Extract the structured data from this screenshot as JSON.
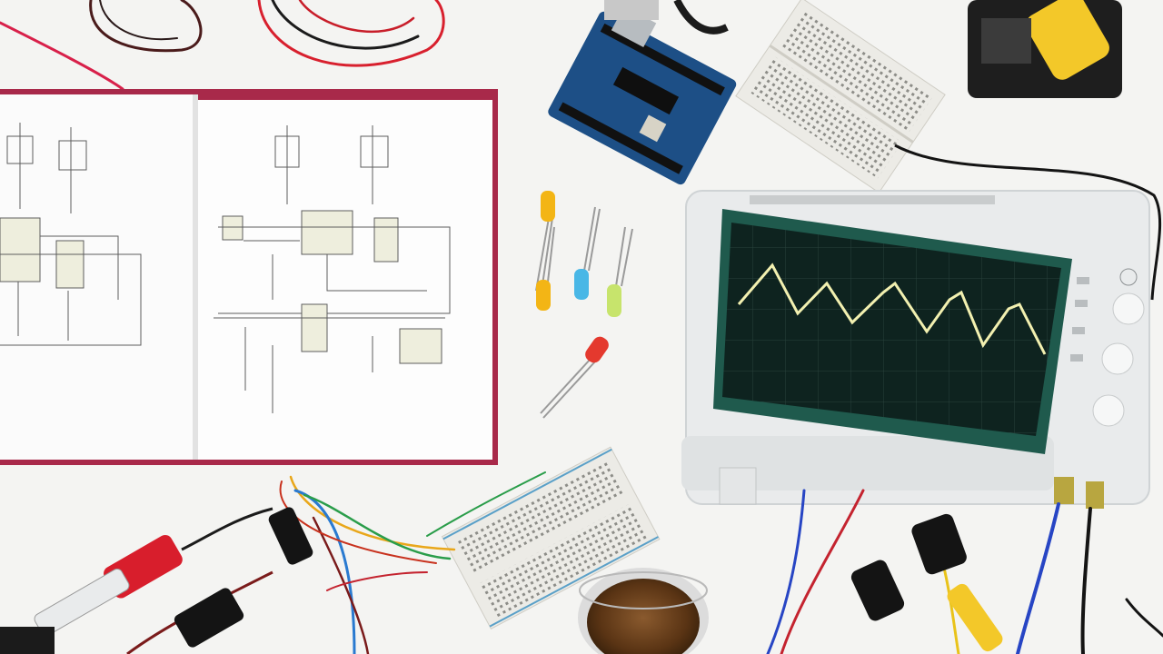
{
  "scene": {
    "background": "#f4f4f2",
    "objects": [
      "open-schematic-book",
      "arduino-board",
      "small-breadboard",
      "large-breadboard",
      "oscilloscope",
      "leds",
      "multimeter-probe",
      "soldering-iron",
      "solder-wire-jar",
      "cables"
    ]
  },
  "colors": {
    "book_cover": "#a8294a",
    "paper": "#fbfbfb",
    "ink": "#555555",
    "arduino": "#1d4f86",
    "breadboard": "#ecebe6",
    "scope_body": "#e9ebec",
    "scope_screen": "#0e231f",
    "scope_bezel": "#1f5a4d",
    "trace": "#f2f0b0",
    "led_yellow": "#f3b515",
    "led_blue": "#49b7e6",
    "led_green": "#c7e46c",
    "led_red": "#e4392e",
    "probe_red": "#d81e2c",
    "wire_red": "#d8202e",
    "wire_blue": "#2745c4",
    "wire_yellow": "#e9c31a"
  },
  "oscilloscope": {
    "waveform": "periodic-ramp",
    "cycles": 5
  }
}
